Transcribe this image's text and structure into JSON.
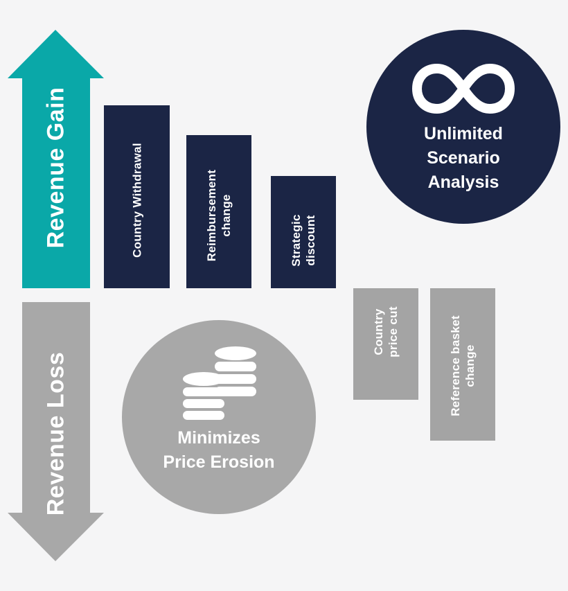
{
  "colors": {
    "background": "#f5f5f6",
    "gain": "#0aa8a8",
    "loss": "#a8a8a8",
    "navy": "#1b2545",
    "gray_bar": "#a4a4a4",
    "white": "#ffffff"
  },
  "arrows": {
    "gain_label": "Revenue Gain",
    "loss_label": "Revenue Loss"
  },
  "gain_bars": [
    {
      "lines": [
        "Country Withdrawal"
      ]
    },
    {
      "lines": [
        "Reimbursement",
        "change"
      ]
    },
    {
      "lines": [
        "Strategic",
        "discount"
      ]
    }
  ],
  "loss_bars": [
    {
      "lines": [
        "Country",
        "price cut"
      ]
    },
    {
      "lines": [
        "Reference basket",
        "change"
      ]
    }
  ],
  "scenario_circle": {
    "icon": "infinity-icon",
    "lines": [
      "Unlimited",
      "Scenario",
      "Analysis"
    ]
  },
  "erosion_circle": {
    "icon": "coins-stack-icon",
    "lines": [
      "Minimizes",
      "Price Erosion"
    ]
  }
}
